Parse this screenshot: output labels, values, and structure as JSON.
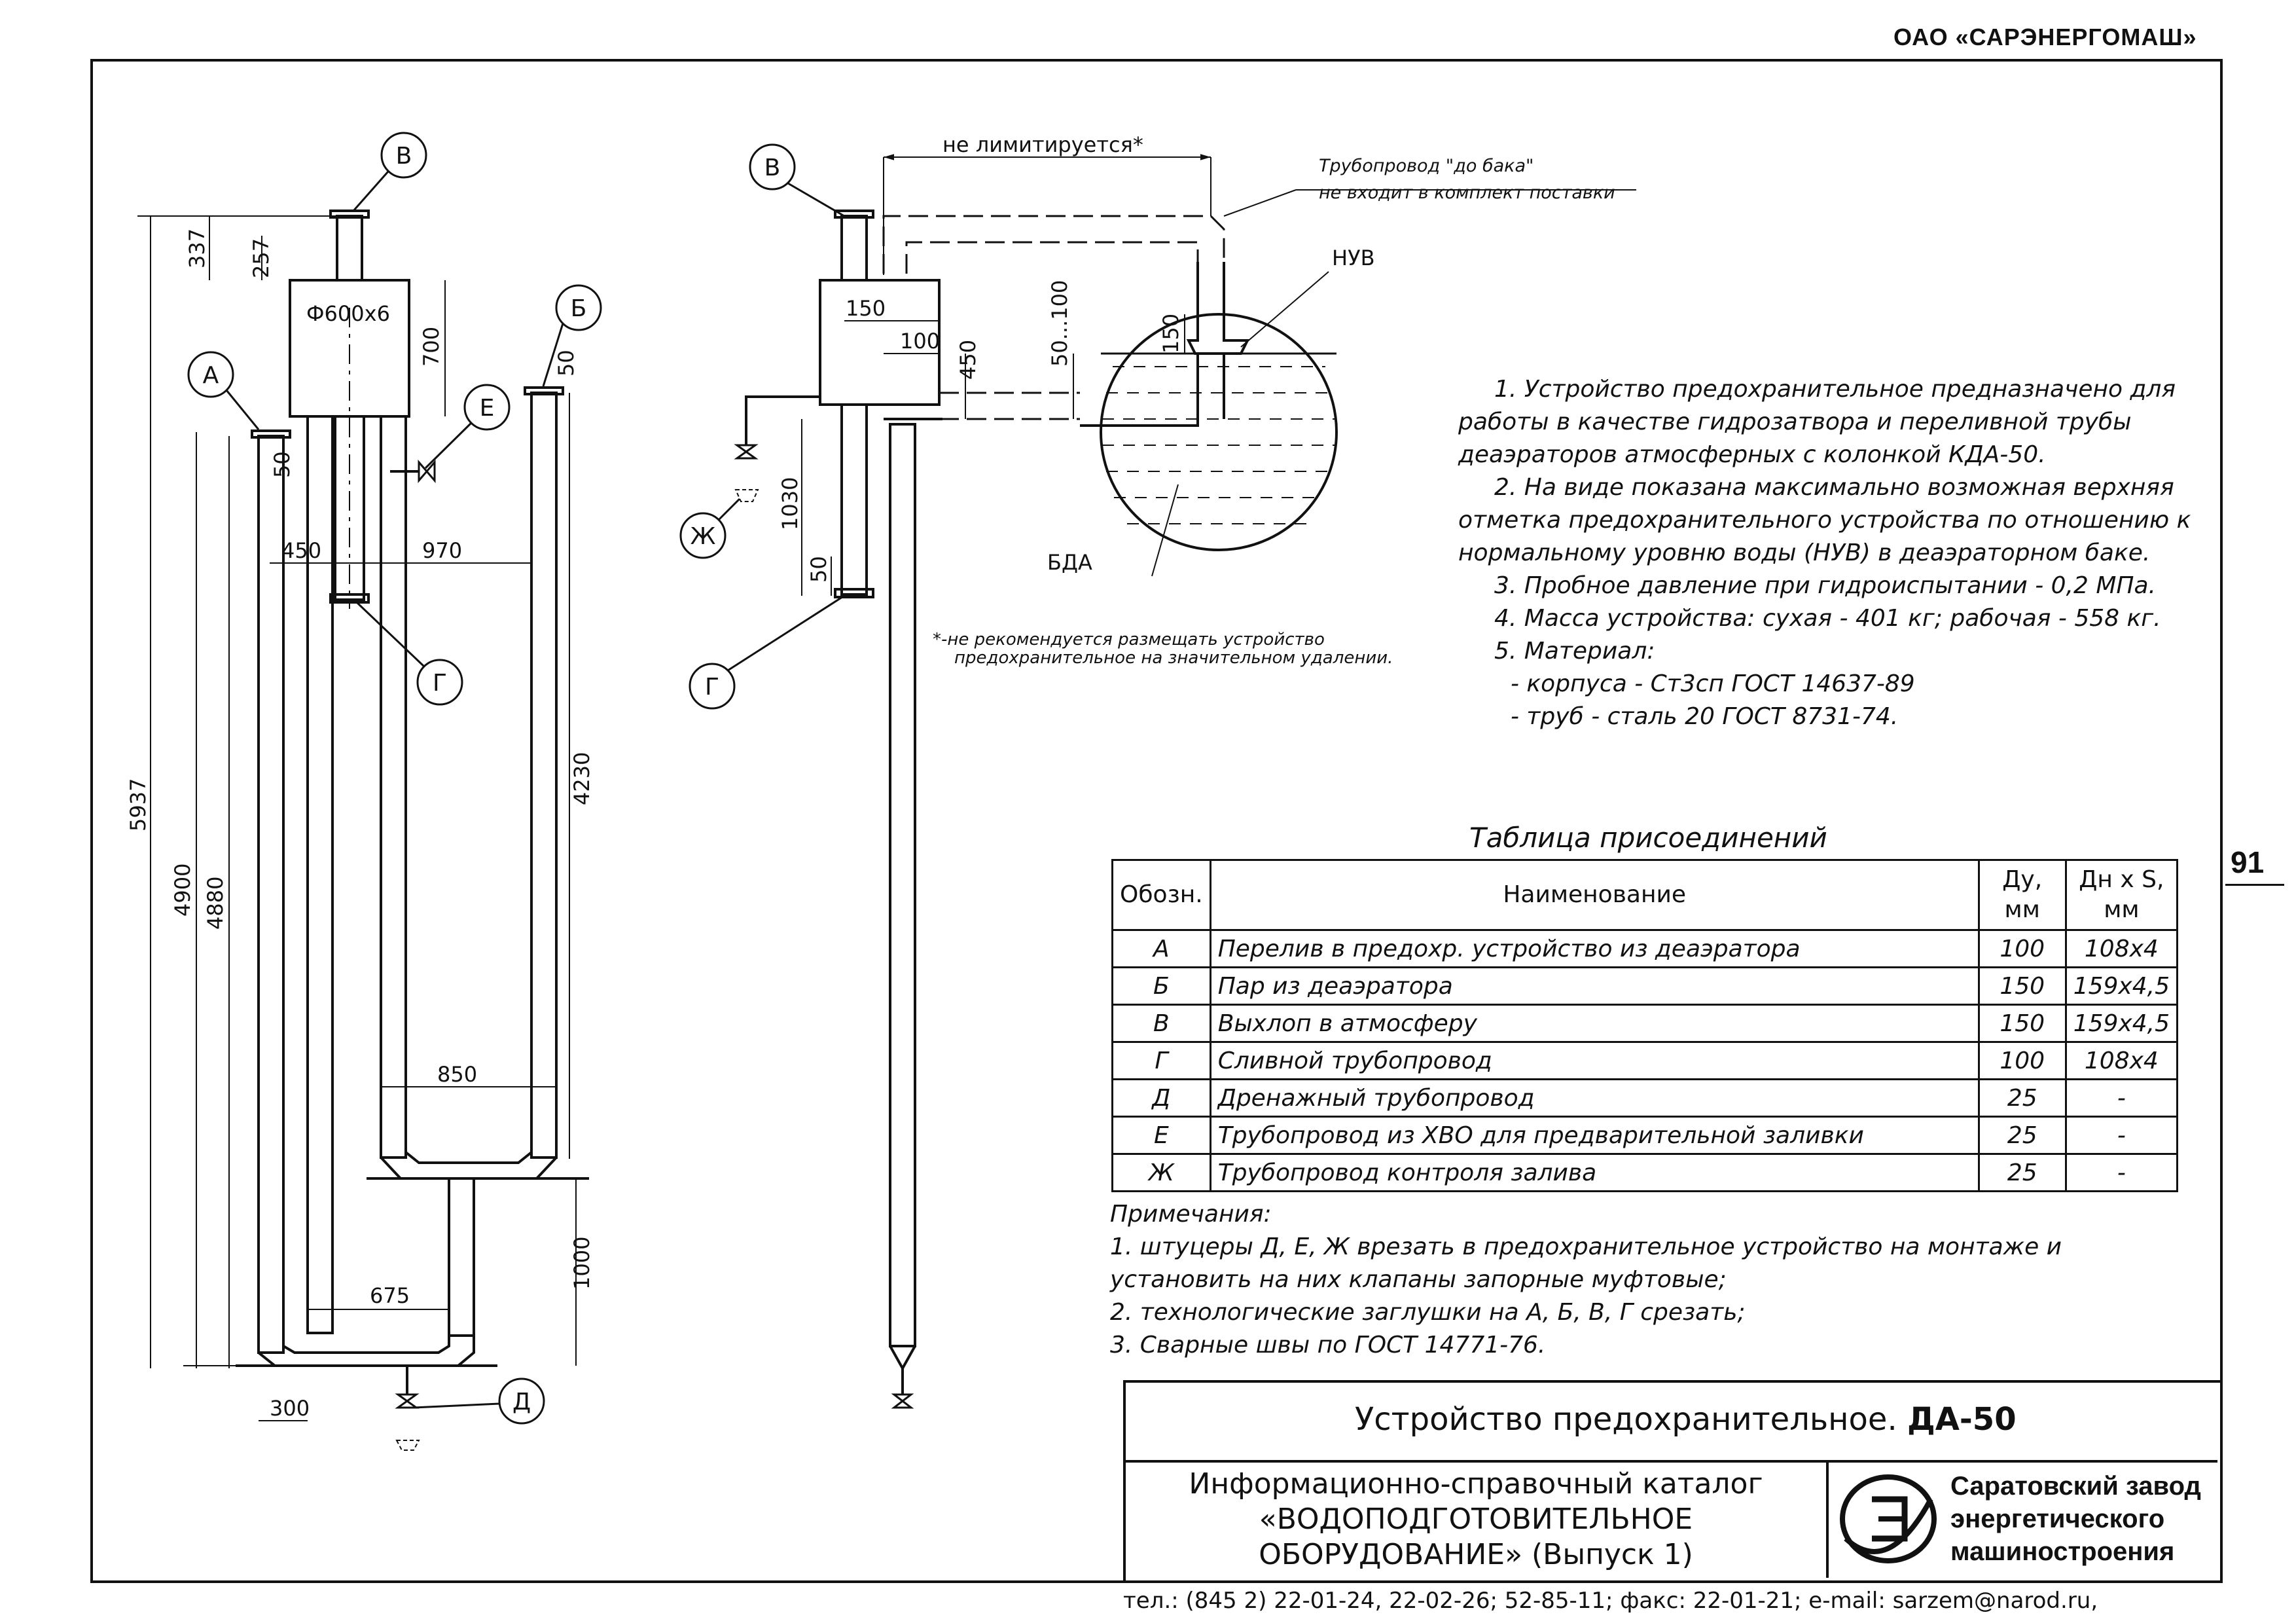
{
  "header": {
    "company": "ОАО «САРЭНЕРГОМАШ»"
  },
  "page_number": "91",
  "drawing": {
    "callouts": [
      "А",
      "Б",
      "В",
      "Г",
      "Д",
      "Е",
      "Ж"
    ],
    "left_dims": {
      "d337": "337",
      "d257": "257",
      "diam": "Ф600х6",
      "d700": "700",
      "d50a": "50",
      "d50b": "50",
      "d450": "450",
      "d970": "970",
      "d5937": "5937",
      "d4900": "4900",
      "d4880": "4880",
      "d4230": "4230",
      "d850": "850",
      "d1000": "1000",
      "d675": "675",
      "d300": "300"
    },
    "right_dims": {
      "not_limited": "не лимитируется*",
      "pipe_note_1": "Трубопровод \"до бака\"",
      "pipe_note_2": "не входит в комплект поставки",
      "nuv": "НУВ",
      "bda": "БДА",
      "d150a": "150",
      "d100": "100",
      "d450": "450",
      "d50_100": "50...100",
      "d150b": "150",
      "d1030": "1030",
      "d50": "50",
      "footnote_1": "*-не рекомендуется размещать устройство",
      "footnote_2": "предохранительное на значительном удалении."
    }
  },
  "notes": [
    "1. Устройство предохранительное предназначено для",
    "работы в качестве гидрозатвора и переливной трубы",
    "деаэраторов атмосферных с колонкой КДА-50.",
    "2. На виде показана максимально возможная верхняя",
    "отметка предохранительного устройства по отношению к",
    "нормальному уровню воды (НУВ) в деаэраторном баке.",
    "3. Пробное давление при гидроиспытании - 0,2 МПа.",
    "4. Масса устройства: сухая - 401 кг; рабочая - 558 кг.",
    "5. Материал:",
    "- корпуса - Ст3сп ГОСТ 14637-89",
    "- труб - сталь 20 ГОСТ 8731-74."
  ],
  "table": {
    "title": "Таблица присоединений",
    "headers": [
      "Обозн.",
      "Наименование",
      "Ду, мм",
      "Дн х S, мм"
    ],
    "rows": [
      [
        "А",
        "Перелив в предохр. устройство из деаэратора",
        "100",
        "108х4"
      ],
      [
        "Б",
        "Пар из деаэратора",
        "150",
        "159х4,5"
      ],
      [
        "В",
        "Выхлоп в атмосферу",
        "150",
        "159х4,5"
      ],
      [
        "Г",
        "Сливной трубопровод",
        "100",
        "108х4"
      ],
      [
        "Д",
        "Дренажный трубопровод",
        "25",
        "-"
      ],
      [
        "Е",
        "Трубопровод из ХВО для предварительной заливки",
        "25",
        "-"
      ],
      [
        "Ж",
        "Трубопровод контроля залива",
        "25",
        "-"
      ]
    ]
  },
  "remarks": [
    "Примечания:",
    "1. штуцеры Д, Е, Ж врезать в предохранительное устройство на монтаже и",
    "установить на них клапаны запорные муфтовые;",
    "2. технологические заглушки на А, Б, В, Г срезать;",
    "3. Сварные швы по ГОСТ 14771-76."
  ],
  "title_block": {
    "title_plain": "Устройство предохранительное.",
    "title_bold": "ДА-50",
    "catalog": [
      "Информационно-справочный каталог",
      "«ВОДОПОДГОТОВИТЕЛЬНОЕ",
      "ОБОРУДОВАНИЕ» (Выпуск 1)"
    ],
    "org": [
      "Саратовский завод",
      "энергетического",
      "машиностроения"
    ]
  },
  "footer": "тел.: (845 2) 22-01-24, 22-02-26; 52-85-11; факс: 22-01-21; e-mail: sarzem@narod.ru,"
}
